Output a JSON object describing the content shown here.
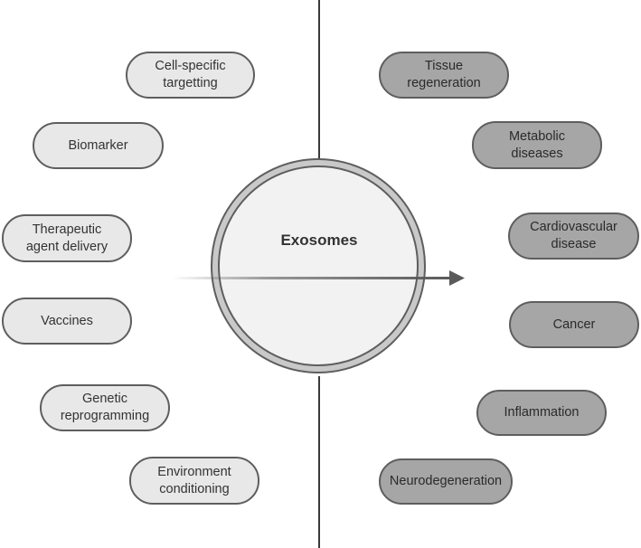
{
  "center": {
    "label": "Exosomes"
  },
  "left_items": [
    {
      "label": "Cell-specific\ntargetting"
    },
    {
      "label": "Biomarker"
    },
    {
      "label": "Therapeutic\nagent delivery"
    },
    {
      "label": "Vaccines"
    },
    {
      "label": "Genetic\nreprogramming"
    },
    {
      "label": "Environment\nconditioning"
    }
  ],
  "right_items": [
    {
      "label": "Tissue\nregeneration"
    },
    {
      "label": "Metabolic\ndiseases"
    },
    {
      "label": "Cardiovascular\ndisease"
    },
    {
      "label": "Cancer"
    },
    {
      "label": "Inflammation"
    },
    {
      "label": "Neurodegeneration"
    }
  ],
  "colors": {
    "left_fill": "#e8e8e8",
    "right_fill": "#a6a6a6",
    "border": "#5e5e5e",
    "axis": "#3a3a3a",
    "arrow": "#5a5a5a",
    "circle_fill": "#f2f2f2",
    "circle_ring": "#c9c9c9"
  }
}
